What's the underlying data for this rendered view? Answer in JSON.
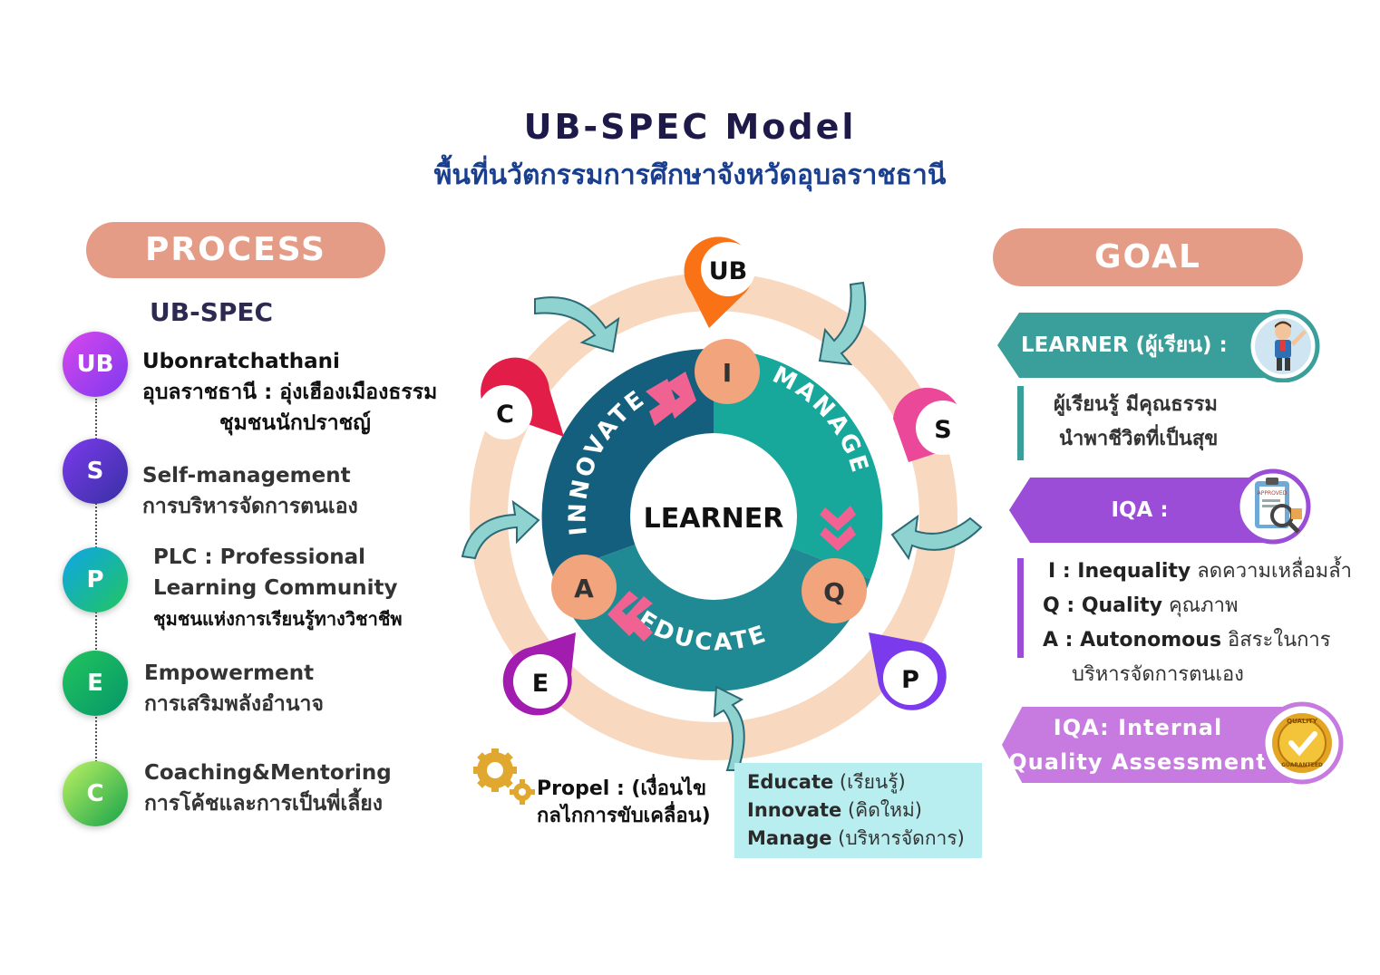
{
  "title": "UB-SPEC  Model",
  "subtitle": "พื้นที่นวัตกรรมการศึกษาจังหวัดอุบลราชธานี",
  "process": {
    "heading": "PROCESS",
    "subheading": "UB-SPEC",
    "steps": [
      {
        "badge": "UB",
        "line1": "Ubonratchathani",
        "line2": "อุบลราชธานี : อุ่งเฮืองเมืองธรรม",
        "line3": "ชุมชนนักปราชญ์",
        "color_a": "#c026d3",
        "color_b": "#7c3aed"
      },
      {
        "badge": "S",
        "line1": "Self-management",
        "line2": "การบริหารจัดการตนเอง",
        "color_a": "#6d28d9",
        "color_b": "#4338ca"
      },
      {
        "badge": "P",
        "line1": "PLC : Professional",
        "line2": "Learning Community",
        "line3": "ชุมชนแห่งการเรียนรู้ทางวิชาชีพ",
        "color_a": "#0ea5e9",
        "color_b": "#22c55e"
      },
      {
        "badge": "E",
        "line1": "Empowerment",
        "line2": "การเสริมพลังอำนาจ",
        "color_a": "#22c55e",
        "color_b": "#10b981"
      },
      {
        "badge": "C",
        "line1": "Coaching&Mentoring",
        "line2": "การโค้ชและการเป็นพี่เลี้ยง",
        "color_a": "#a3e635",
        "color_b": "#16a34a"
      }
    ]
  },
  "cycle": {
    "center": "LEARNER",
    "ring_innovate": "INNOVATE",
    "ring_manage": "MANAGE",
    "ring_educate": "EDUCATE",
    "node_i": "I",
    "node_q": "Q",
    "node_a": "A",
    "pin_ub": "UB",
    "pin_s": "S",
    "pin_p": "P",
    "pin_e": "E",
    "pin_c": "C"
  },
  "propel": {
    "label": "Propel :  (เงื่อนไข",
    "label2": "กลไกการขับเคลื่อน)",
    "educate_en": "Educate",
    "educate_th": "(เรียนรู้)",
    "innovate_en": "Innovate",
    "innovate_th": "(คิดใหม่)",
    "manage_en": "Manage",
    "manage_th": "(บริหารจัดการ)"
  },
  "goal": {
    "heading": "GOAL",
    "learner_banner": "LEARNER (ผู้เรียน) :",
    "learner_line1": "ผู้เรียนรู้ มีคุณธรรม",
    "learner_line2": "นำพาชีวิตที่เป็นสุข",
    "iqa_banner": "IQA :",
    "iqa_items": [
      {
        "key": "I : Inequality",
        "desc": "ลดความเหลื่อมล้ำ"
      },
      {
        "key": "Q : Quality",
        "desc": "คุณภาพ"
      },
      {
        "key": "A : Autonomous",
        "desc": "อิสระในการ"
      }
    ],
    "iqa_cont": "บริหารจัดการตนเอง",
    "assessment_line1": "IQA: Internal",
    "assessment_line2": "Quality Assessment",
    "badge_top": "QUALITY",
    "badge_bottom": "GUARANTEED",
    "approved": "APPROVED"
  },
  "colors": {
    "pill": "#e59c86",
    "teal": "#3a9e9a",
    "purple": "#9b4dd8",
    "ring_outer": "#f8d8bf",
    "ring_dark": "#145f7d",
    "ring_teal": "#17a79b",
    "node": "#f2a47c"
  },
  "icons": [
    "gear-icon",
    "student-icon",
    "clipboard-icon",
    "quality-badge-icon",
    "curved-arrow-icon"
  ]
}
